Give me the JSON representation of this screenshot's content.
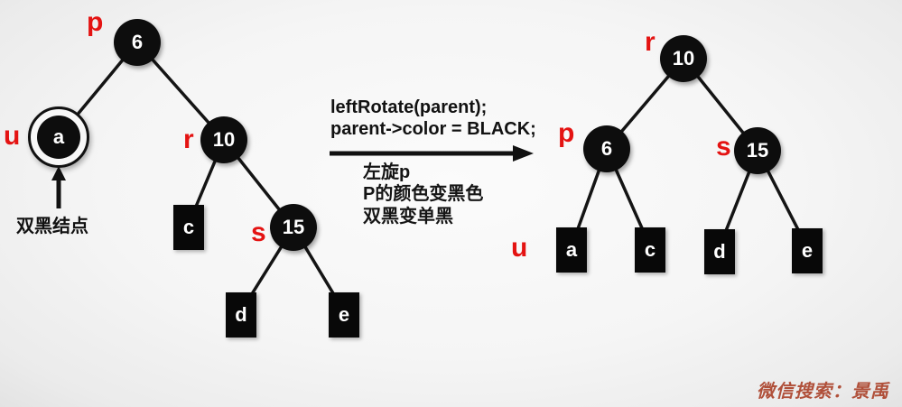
{
  "left_tree": {
    "labels": {
      "p": "p",
      "u": "u",
      "r": "r",
      "s": "s"
    },
    "nodes": {
      "n6": "6",
      "n10": "10",
      "n15": "15",
      "a": "a",
      "c": "c",
      "d": "d",
      "e": "e"
    },
    "annotation": "双黑结点"
  },
  "transition": {
    "code_line1": "leftRotate(parent);",
    "code_line2": "parent->color = BLACK;",
    "note1": "左旋p",
    "note2": "P的颜色变黑色",
    "note3": "双黑变单黑"
  },
  "right_tree": {
    "labels": {
      "r": "r",
      "p": "p",
      "s": "s",
      "u": "u"
    },
    "nodes": {
      "n10": "10",
      "n6": "6",
      "n15": "15",
      "a": "a",
      "c": "c",
      "d": "d",
      "e": "e"
    }
  },
  "watermark": "微信搜索：景禹",
  "colors": {
    "label_red": "#e41312",
    "node_fill": "#0d0d0d",
    "watermark": "#b0503a"
  }
}
